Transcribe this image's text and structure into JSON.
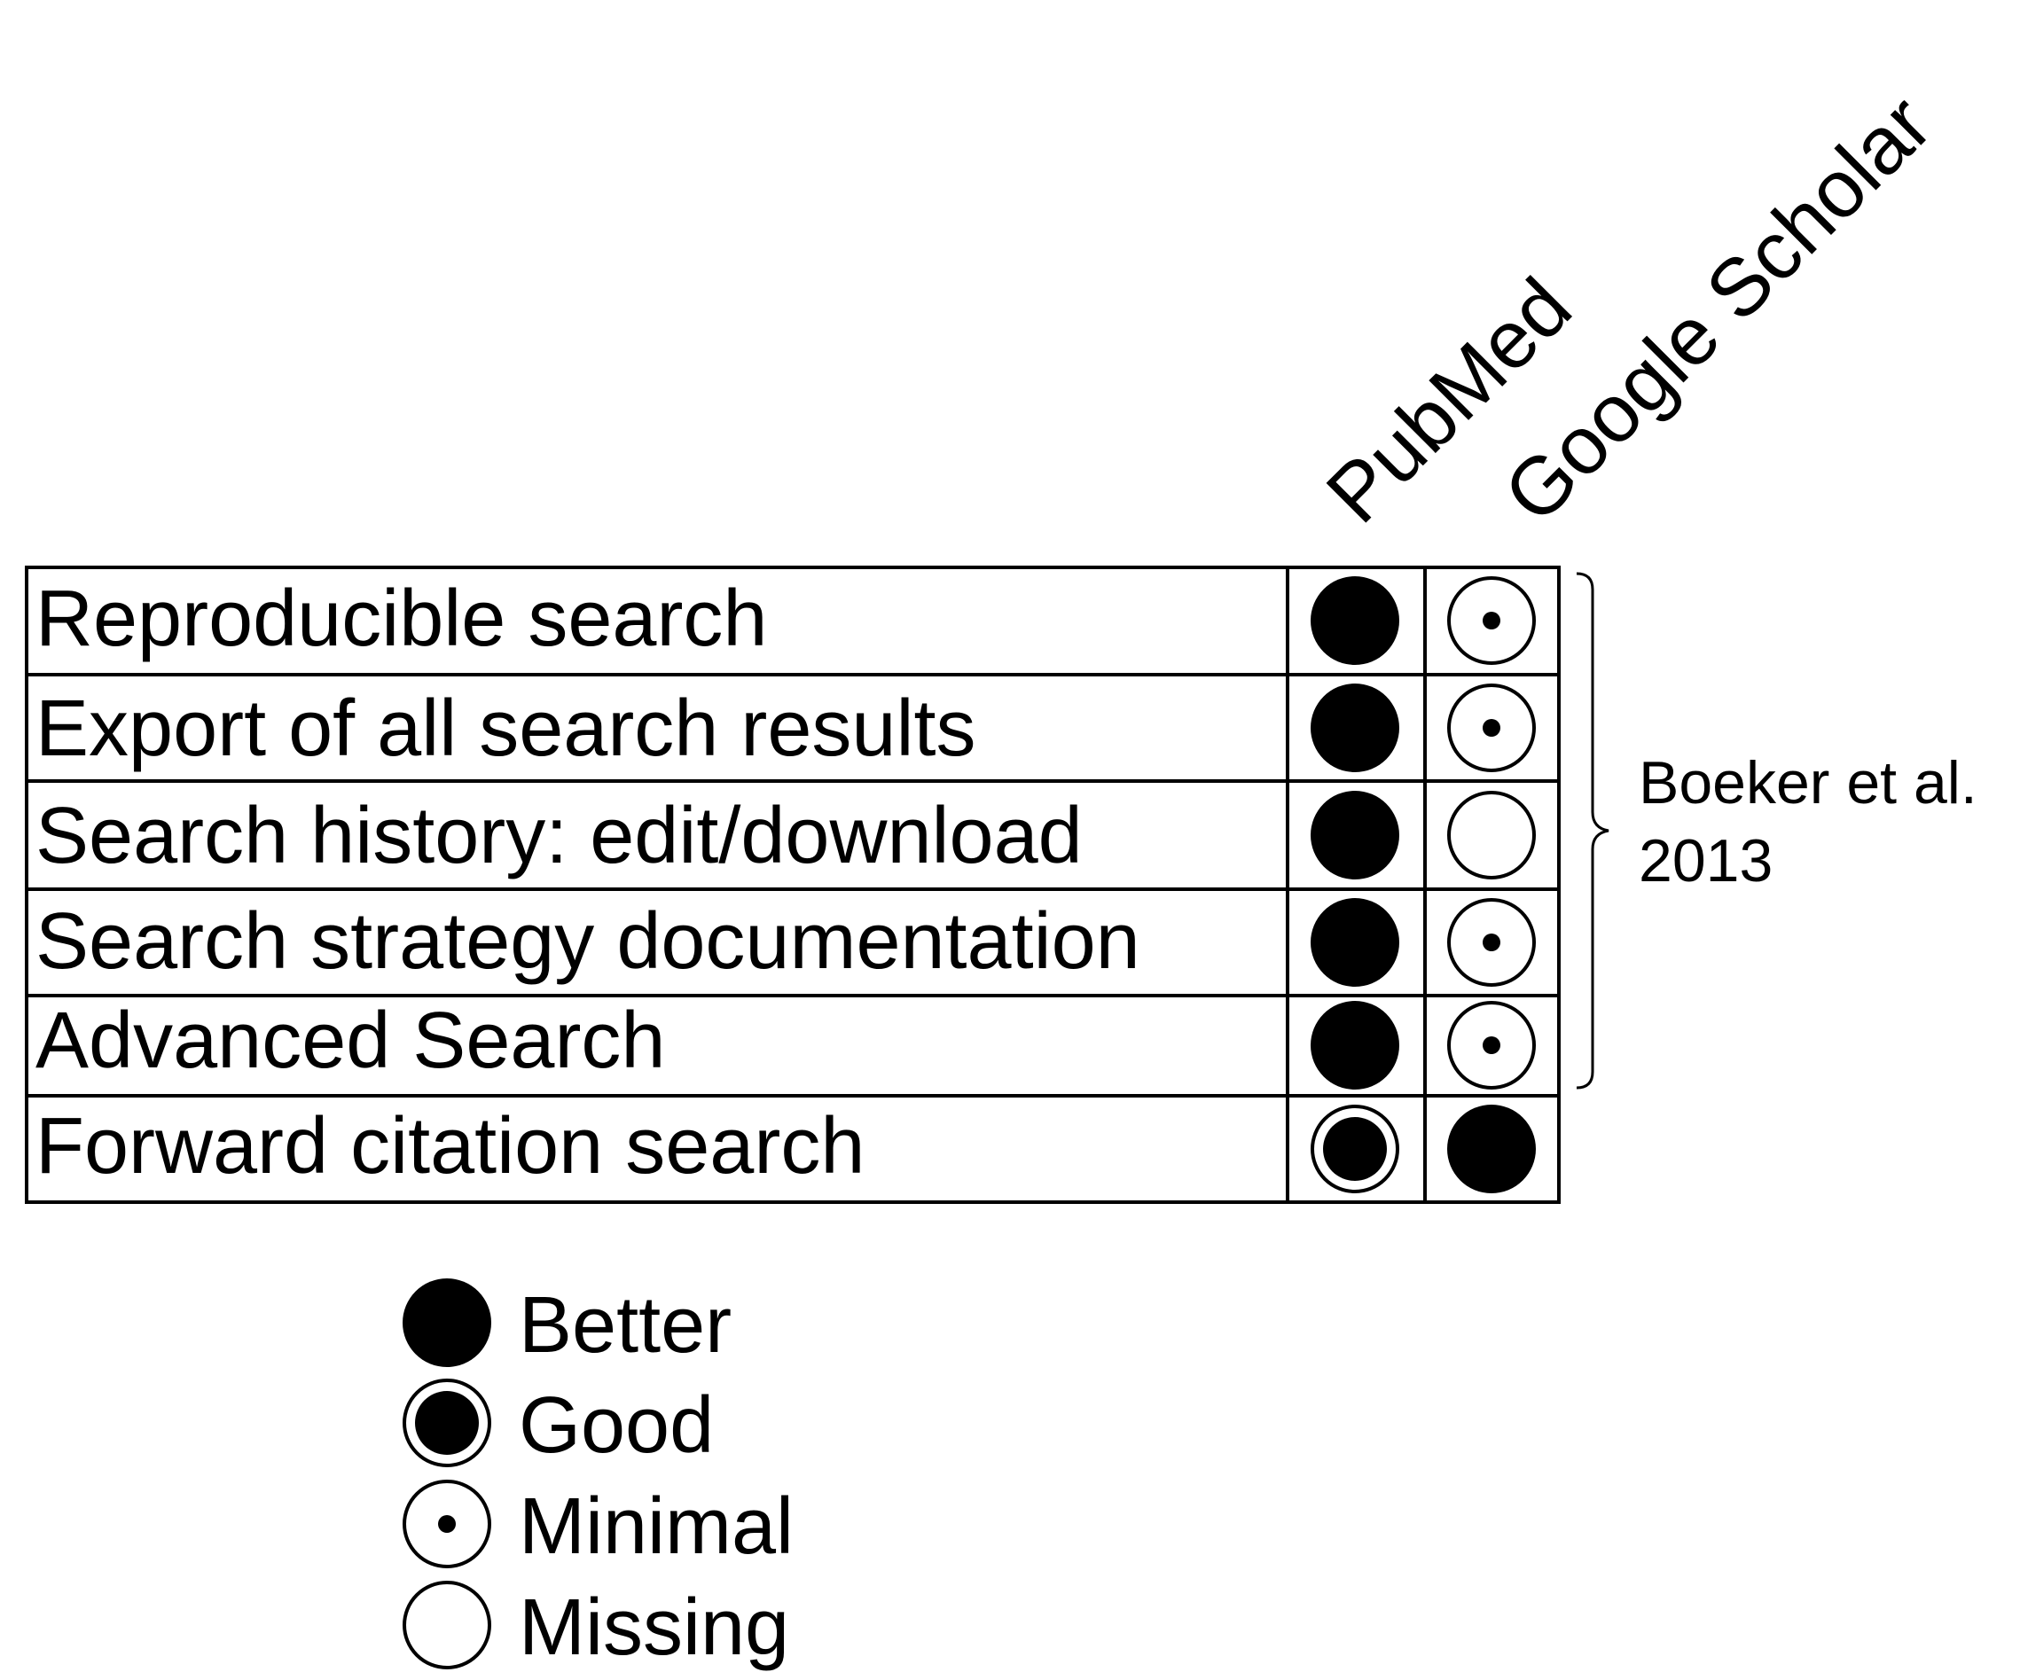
{
  "columns": [
    "PubMed",
    "Google Scholar"
  ],
  "rows": [
    {
      "label": "Reproducible search",
      "ratings": [
        "better",
        "minimal"
      ]
    },
    {
      "label": "Export of all search results",
      "ratings": [
        "better",
        "minimal"
      ]
    },
    {
      "label": "Search history: edit/download",
      "ratings": [
        "better",
        "missing"
      ]
    },
    {
      "label": "Search strategy documentation",
      "ratings": [
        "better",
        "minimal"
      ]
    },
    {
      "label": "Advanced Search",
      "ratings": [
        "better",
        "minimal"
      ]
    },
    {
      "label": "Forward citation search",
      "ratings": [
        "good",
        "better"
      ]
    }
  ],
  "bracket_note": {
    "line1": "Boeker et al.",
    "line2": "2013"
  },
  "legend": [
    {
      "key": "better",
      "label": "Better"
    },
    {
      "key": "good",
      "label": "Good"
    },
    {
      "key": "minimal",
      "label": "Minimal"
    },
    {
      "key": "missing",
      "label": "Missing"
    }
  ],
  "colors": {
    "ink": "#000000",
    "background": "#ffffff"
  }
}
